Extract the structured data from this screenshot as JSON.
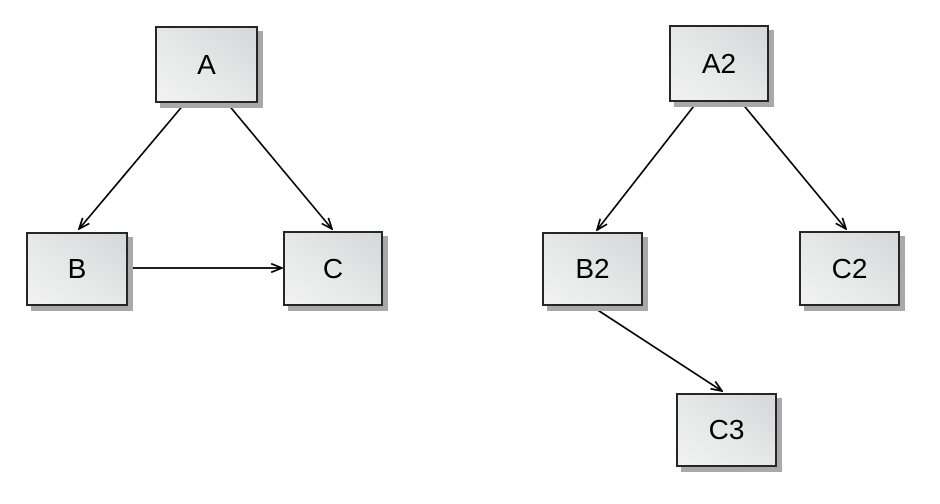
{
  "diagram": {
    "background": "#ffffff",
    "left_graph": {
      "nodes": {
        "a": {
          "label": "A"
        },
        "b": {
          "label": "B"
        },
        "c": {
          "label": "C"
        }
      },
      "edges": [
        {
          "from": "A",
          "to": "B"
        },
        {
          "from": "A",
          "to": "C"
        },
        {
          "from": "B",
          "to": "C"
        }
      ]
    },
    "right_graph": {
      "nodes": {
        "a2": {
          "label": "A2"
        },
        "b2": {
          "label": "B2"
        },
        "c2": {
          "label": "C2"
        },
        "c3": {
          "label": "C3"
        }
      },
      "edges": [
        {
          "from": "A2",
          "to": "B2"
        },
        {
          "from": "A2",
          "to": "C2"
        },
        {
          "from": "B2",
          "to": "C3"
        }
      ]
    },
    "colors": {
      "node_border": "#262626",
      "node_fill_dark": "#d5d7d8",
      "node_fill_light": "#f2f2f2",
      "node_shadow": "#a9a9a9",
      "edge_stroke": "#000000",
      "label_color": "#000000"
    }
  }
}
